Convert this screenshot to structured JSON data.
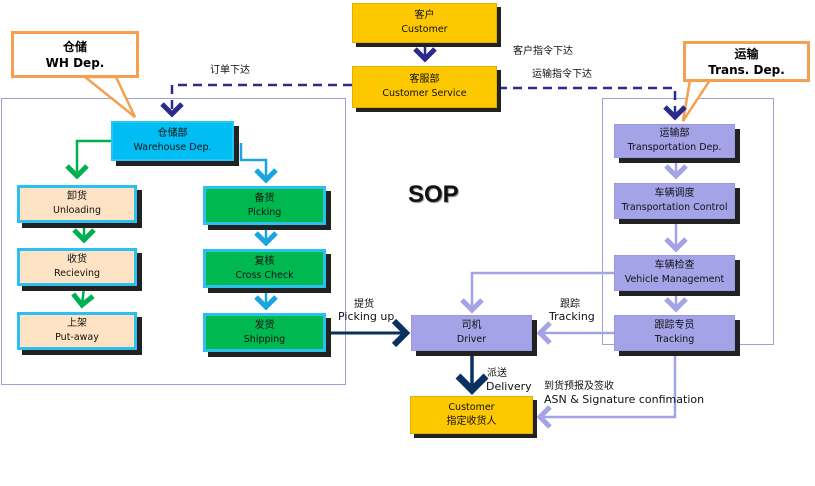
{
  "title": "SOP",
  "callouts": {
    "warehouse": {
      "cn": "仓储",
      "en": "WH Dep."
    },
    "transport": {
      "cn": "运输",
      "en": "Trans. Dep."
    }
  },
  "nodes": {
    "customer": {
      "cn": "客户",
      "en": "Customer"
    },
    "customer_service": {
      "cn": "客服部",
      "en": "Customer Service"
    },
    "warehouse_dep": {
      "cn": "仓储部",
      "en": "Warehouse Dep."
    },
    "unloading": {
      "cn": "卸货",
      "en": "Unloading"
    },
    "receiving": {
      "cn": "收货",
      "en": "Recieving"
    },
    "putaway": {
      "cn": "上架",
      "en": "Put-away"
    },
    "picking": {
      "cn": "备货",
      "en": "Picking"
    },
    "cross_check": {
      "cn": "复核",
      "en": "Cross Check"
    },
    "shipping": {
      "cn": "发货",
      "en": "Shipping"
    },
    "transport_dep": {
      "cn": "运输部",
      "en": "Transportation Dep."
    },
    "transport_control": {
      "cn": "车辆调度",
      "en": "Transportation Control"
    },
    "vehicle_mgmt": {
      "cn": "车辆检查",
      "en": "Vehicle Management"
    },
    "tracking_staff": {
      "cn": "跟踪专员",
      "en": "Tracking"
    },
    "driver": {
      "cn": "司机",
      "en": "Driver"
    },
    "consignee": {
      "en": "Customer",
      "cn": "指定收货人"
    }
  },
  "edge_labels": {
    "order_issue": "订单下达",
    "customer_instruction": "客户指令下达",
    "transport_instruction": "运输指令下达",
    "pickup_cn": "提货",
    "pickup_en": "Picking up",
    "tracking_cn": "跟踪",
    "tracking_en": "Tracking",
    "delivery_cn": "派送",
    "delivery_en": "Delivery",
    "asn_cn": "到货预报及签收",
    "asn_en": "ASN & Signature confimation"
  },
  "colors": {
    "customer": "#fdc800",
    "warehouse": "#00bdf4",
    "inbound": "#fde2c4",
    "outbound": "#00b850",
    "transport": "#a4a3e8",
    "dashed_arrow": "#2b2b8a",
    "callout_border": "#f4a050"
  }
}
